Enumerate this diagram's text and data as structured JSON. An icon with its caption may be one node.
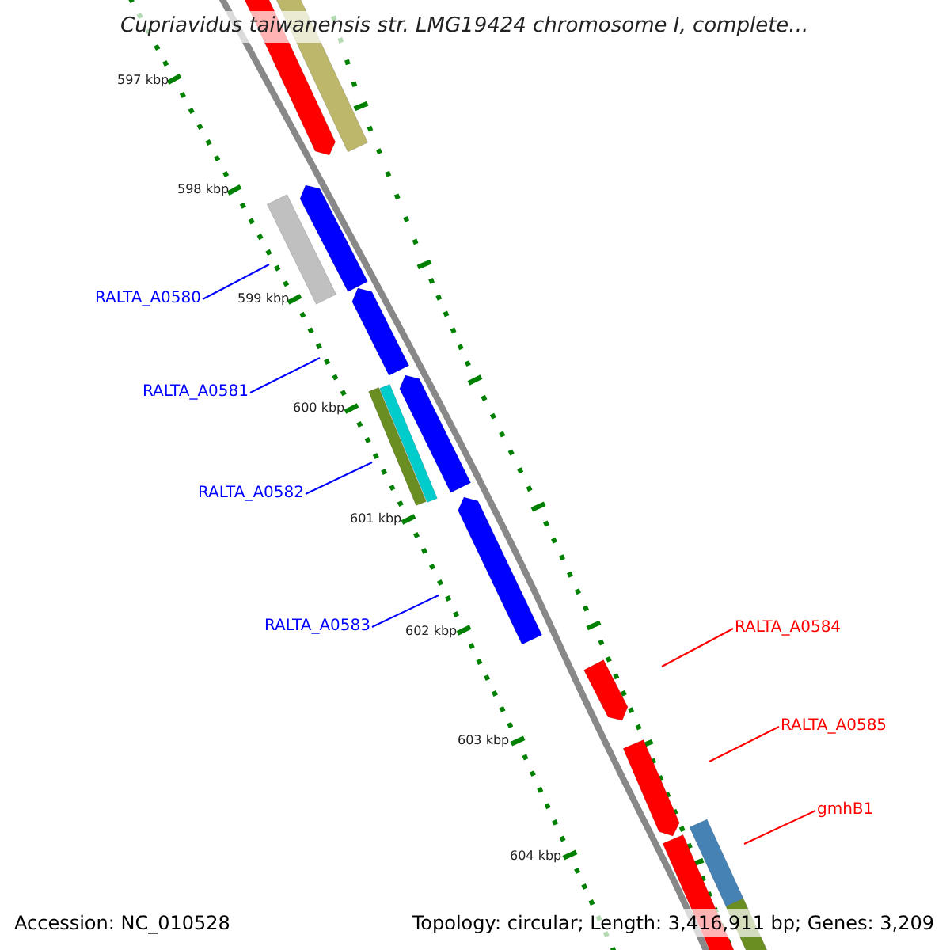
{
  "diagram": {
    "title": "Cupriavidus taiwanensis str. LMG19424 chromosome I, complete...",
    "nodes": [
      {
        "text": [
          "RALTA_A0580"
        ]
      },
      {
        "text": [
          "RALTA_A0581"
        ]
      },
      {
        "text": [
          "RALTA_A0582"
        ]
      },
      {
        "text": [
          "RALTA_A0583"
        ]
      },
      {
        "text": [
          "RALTA_A0584"
        ]
      },
      {
        "text": [
          "RALTA_A0585"
        ]
      },
      {
        "text": [
          "gmhB1"
        ]
      }
    ],
    "edges": [
      {
        "from": 0,
        "to": null,
        "arrow": "none",
        "color": "#0000ff"
      },
      {
        "from": 1,
        "to": null,
        "arrow": "none",
        "color": "#0000ff"
      },
      {
        "from": 2,
        "to": null,
        "arrow": "none",
        "color": "#0000ff"
      },
      {
        "from": 3,
        "to": null,
        "arrow": "none",
        "color": "#0000ff"
      },
      {
        "from": 4,
        "to": null,
        "arrow": "none",
        "color": "#ff0000"
      },
      {
        "from": 5,
        "to": null,
        "arrow": "none",
        "color": "#ff0000"
      },
      {
        "from": 6,
        "to": null,
        "arrow": "none",
        "color": "#ff0000"
      }
    ],
    "labels": [
      "597 kbp",
      "598 kbp",
      "599 kbp",
      "600 kbp",
      "601 kbp",
      "602 kbp",
      "603 kbp",
      "604 kbp",
      "Accession: NC_010528",
      "Topology: circular; Length: 3,416,911 bp; Genes: 3,209"
    ]
  }
}
